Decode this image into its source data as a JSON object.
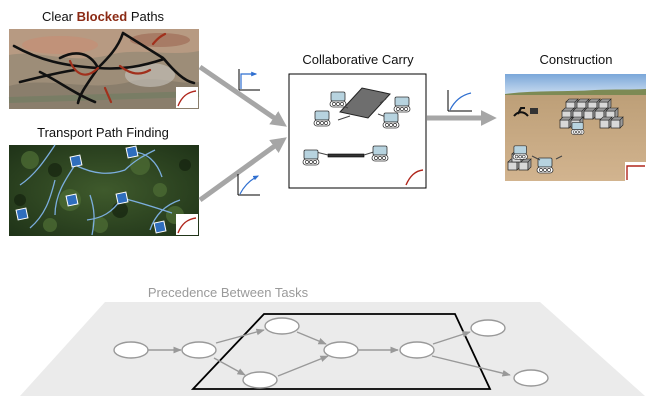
{
  "tasks": {
    "clear": {
      "title_pre": "Clear ",
      "title_em": "Blocked",
      "title_post": " Paths",
      "em_color": "#8b2a14"
    },
    "transport": {
      "title": "Transport Path Finding"
    },
    "carry": {
      "title": "Collaborative Carry"
    },
    "construction": {
      "title": "Construction"
    }
  },
  "precedence": {
    "title": "Precedence Between Tasks"
  },
  "colors": {
    "arrow": "#a6a6a6",
    "curve_red": "#b0261c",
    "curve_blue": "#2f6fd0",
    "node_stroke": "#999999",
    "plane": "#ebebeb",
    "highlight": "#000000"
  },
  "icons": [
    "robot-icon",
    "block-icon",
    "plank-icon",
    "rod-icon",
    "waypoint-icon",
    "growth-curve-icon"
  ]
}
